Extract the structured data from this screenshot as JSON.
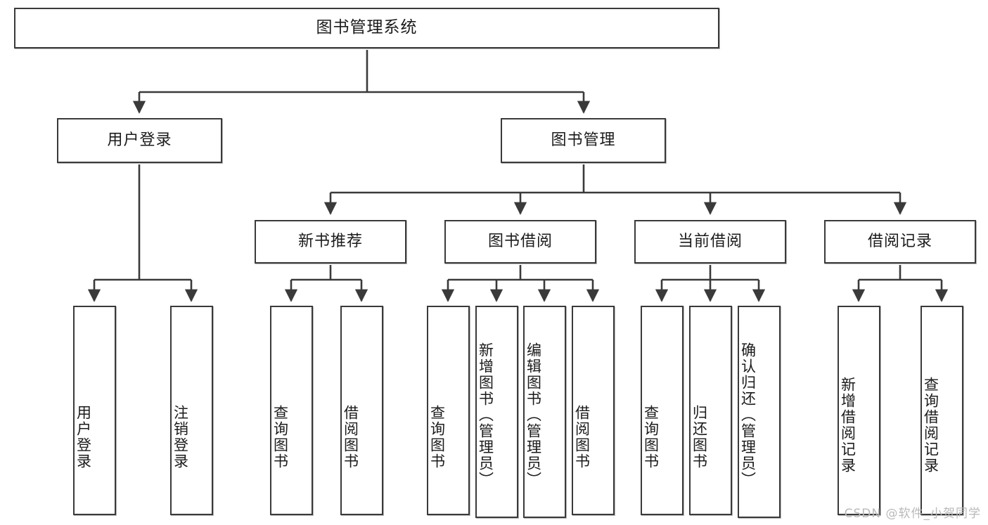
{
  "diagram": {
    "title": "图书管理系统",
    "type": "function-tree",
    "watermark": "CSDN @软件_小贺同学",
    "colors": {
      "box_border": "#3a3a3a",
      "box_fill": "#ffffff",
      "edge": "#3a3a3a",
      "watermark": "#b9b9b9",
      "background": "#ffffff"
    },
    "levels": {
      "root": {
        "label": "图书管理系统"
      },
      "level2": [
        {
          "label": "用户登录"
        },
        {
          "label": "图书管理"
        }
      ],
      "level3": [
        {
          "label": "新书推荐"
        },
        {
          "label": "图书借阅"
        },
        {
          "label": "当前借阅"
        },
        {
          "label": "借阅记录"
        }
      ],
      "leaves": [
        {
          "label": "用户登录",
          "parent": "用户登录"
        },
        {
          "label": "注销登录",
          "parent": "用户登录"
        },
        {
          "label": "查询图书",
          "parent": "新书推荐"
        },
        {
          "label": "借阅图书",
          "parent": "新书推荐"
        },
        {
          "label": "查询图书",
          "parent": "图书借阅"
        },
        {
          "label": "新增图书（管理员）",
          "parent": "图书借阅"
        },
        {
          "label": "编辑图书（管理员）",
          "parent": "图书借阅"
        },
        {
          "label": "借阅图书",
          "parent": "图书借阅"
        },
        {
          "label": "查询图书",
          "parent": "当前借阅"
        },
        {
          "label": "归还图书",
          "parent": "当前借阅"
        },
        {
          "label": "确认归还（管理员）",
          "parent": "当前借阅"
        },
        {
          "label": "新增借阅记录",
          "parent": "借阅记录"
        },
        {
          "label": "查询借阅记录",
          "parent": "借阅记录"
        }
      ]
    }
  }
}
